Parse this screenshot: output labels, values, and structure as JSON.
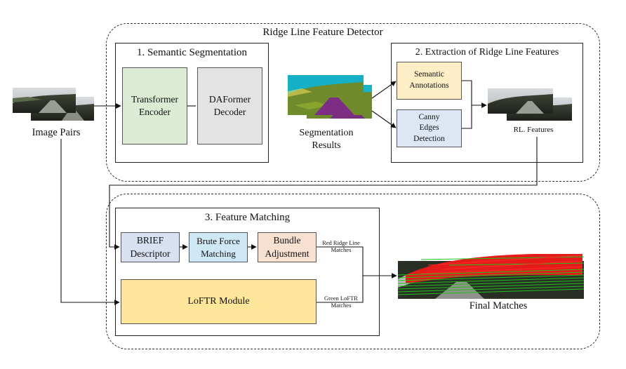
{
  "ridge_detector": {
    "title": "Ridge Line Feature Detector",
    "semantic_seg": {
      "title": "1. Semantic Segmentation",
      "transformer": "Transformer Encoder",
      "daformer": "DAFormer Decoder"
    },
    "seg_results": "Segmentation Results",
    "extraction": {
      "title": "2. Extraction of Ridge Line Features",
      "semantic_annotations": "Semantic Annotations",
      "canny": "Canny Edges Detection",
      "rl_features": "RL. Features"
    }
  },
  "image_pairs": "Image Pairs",
  "feature_matching": {
    "title": "3. Feature Matching",
    "brief": "BRIEF Descriptor",
    "brute_force": "Brute Force Matching",
    "bundle": "Bundle Adjustment",
    "loftr": "LoFTR Module",
    "red_matches": "Red Ridge Line Matches",
    "green_matches": "Green LoFTR Matches"
  },
  "final_matches": "Final Matches",
  "colors": {
    "transformer_fill": "#dcebd4",
    "daformer_fill": "#e3e3e3",
    "semantic_fill": "#fdeec5",
    "canny_fill": "#dde7f3",
    "brief_fill": "#d7e1f1",
    "brute_fill": "#cfe8f6",
    "bundle_fill": "#f8e1d1",
    "loftr_fill": "#fde59a",
    "red_match": "#e51a1a",
    "green_match": "#22c21b"
  }
}
